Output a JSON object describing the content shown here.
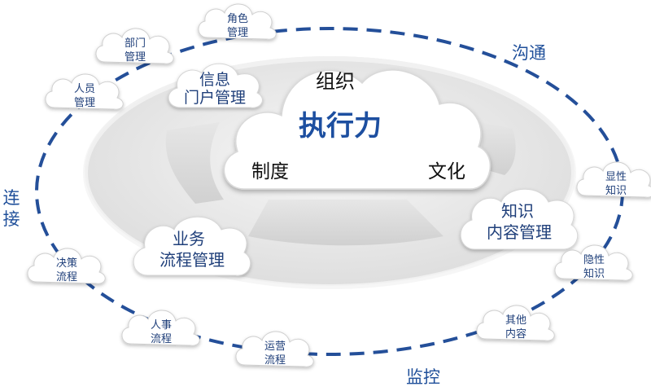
{
  "center": {
    "title": "执行力",
    "top": "组织",
    "left": "制度",
    "right": "文化"
  },
  "ring_labels": {
    "top_right": "沟通",
    "left": [
      "连",
      "接"
    ],
    "bottom": "监控"
  },
  "inner_clouds": {
    "info_portal": [
      "信息",
      "门户管理"
    ],
    "business_process": [
      "业务",
      "流程管理"
    ],
    "knowledge_content": [
      "知识",
      "内容管理"
    ]
  },
  "outer_clouds": {
    "role": [
      "角色",
      "管理"
    ],
    "department": [
      "部门",
      "管理"
    ],
    "personnel": [
      "人员",
      "管理"
    ],
    "explicit": [
      "显性",
      "知识"
    ],
    "implicit": [
      "隐性",
      "知识"
    ],
    "other": [
      "其他",
      "内容"
    ],
    "operation": [
      "运营",
      "流程"
    ],
    "hr": [
      "人事",
      "流程"
    ],
    "decision": [
      "决策",
      "流程"
    ]
  },
  "colors": {
    "ring": "#244f99",
    "label": "#1f3f7a",
    "title": "#1d4fa0"
  }
}
